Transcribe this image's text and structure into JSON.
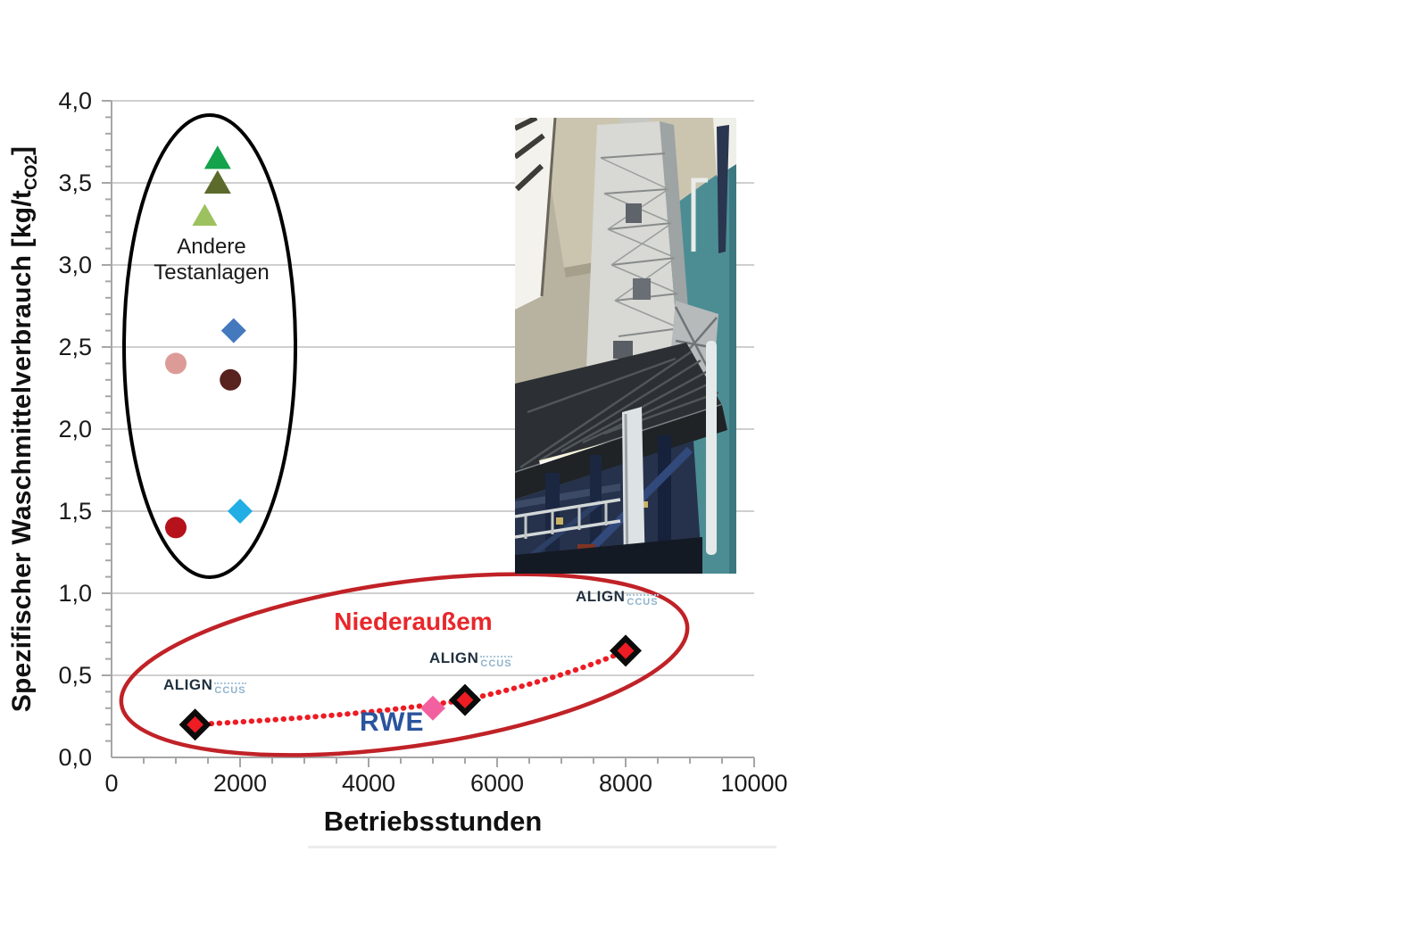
{
  "page": {
    "background": "#ffffff"
  },
  "chart_data": {
    "type": "scatter",
    "title": "",
    "xlabel": "Betriebsstunden",
    "ylabel": "Spezifischer Waschmittelverbrauch [kg/tCO2]",
    "ylabel_parts": {
      "main": "Spezifischer Waschmittelverbrauch [kg/t",
      "sub": "CO2",
      "close": "]"
    },
    "xlim": [
      0,
      10000
    ],
    "ylim": [
      0.0,
      4.0
    ],
    "grid": "horizontal",
    "gridline_color": "#cfcfcf",
    "axis_color": "#a6a6a6",
    "tick_text_color": "#1a1a1a",
    "x_minor_step": 500,
    "y_minor_step": 0.1,
    "x_ticks": [
      {
        "value": 0,
        "label": "0"
      },
      {
        "value": 2000,
        "label": "2000"
      },
      {
        "value": 4000,
        "label": "4000"
      },
      {
        "value": 6000,
        "label": "6000"
      },
      {
        "value": 8000,
        "label": "8000"
      },
      {
        "value": 10000,
        "label": "10000"
      }
    ],
    "y_ticks": [
      {
        "value": 0.0,
        "label": "0,0"
      },
      {
        "value": 0.5,
        "label": "0,5"
      },
      {
        "value": 1.0,
        "label": "1,0"
      },
      {
        "value": 1.5,
        "label": "1,5"
      },
      {
        "value": 2.0,
        "label": "2,0"
      },
      {
        "value": 2.5,
        "label": "2,5"
      },
      {
        "value": 3.0,
        "label": "3,0"
      },
      {
        "value": 3.5,
        "label": "3,5"
      },
      {
        "value": 4.0,
        "label": "4,0"
      }
    ],
    "series": [
      {
        "name": "Andere Testanlagen",
        "points": [
          {
            "x": 1650,
            "y": 3.65,
            "marker": "triangle",
            "color": "#14A24B",
            "size": 15
          },
          {
            "x": 1650,
            "y": 3.5,
            "marker": "triangle",
            "color": "#5C6B2B",
            "size": 15
          },
          {
            "x": 1450,
            "y": 3.3,
            "marker": "triangle",
            "color": "#9CC15E",
            "size": 14
          },
          {
            "x": 1900,
            "y": 2.6,
            "marker": "diamond",
            "color": "#4579BE",
            "size": 14
          },
          {
            "x": 1000,
            "y": 2.4,
            "marker": "circle",
            "color": "#DD9B97",
            "size": 12
          },
          {
            "x": 1850,
            "y": 2.3,
            "marker": "circle",
            "color": "#58221F",
            "size": 12
          },
          {
            "x": 2000,
            "y": 1.5,
            "marker": "diamond",
            "color": "#20AEE4",
            "size": 14
          },
          {
            "x": 1000,
            "y": 1.4,
            "marker": "circle",
            "color": "#B6121B",
            "size": 12
          }
        ]
      },
      {
        "name": "Niederaußem",
        "trendline": {
          "style": "dotted",
          "color": "#ED1C24"
        },
        "points": [
          {
            "x": 1300,
            "y": 0.2,
            "marker": "diamond-outlined",
            "color": "#EE1C23",
            "outline": "#0b0b0b",
            "size": 18
          },
          {
            "x": 5000,
            "y": 0.3,
            "marker": "diamond",
            "color": "#F2609F",
            "size": 14
          },
          {
            "x": 5500,
            "y": 0.35,
            "marker": "diamond-outlined",
            "color": "#EE1C23",
            "outline": "#0b0b0b",
            "size": 18
          },
          {
            "x": 8000,
            "y": 0.65,
            "marker": "diamond-outlined",
            "color": "#EE1C23",
            "outline": "#0b0b0b",
            "size": 18
          }
        ]
      }
    ],
    "annotations": {
      "andere": {
        "line1": "Andere",
        "line2": "Testanlagen",
        "ellipse_color": "#000000",
        "text_color": "#1a1a1a"
      },
      "niederaussem": {
        "text": "Niederaußem",
        "ellipse_color": "#C02227",
        "text_color": "#E8272B"
      }
    },
    "logos": {
      "align_main": "ALIGN",
      "align_sub": "CCUS",
      "align_main_color": "#20303F",
      "align_sub_color": "#8FB3CC",
      "rwe": "RWE",
      "rwe_color": "#2A549E"
    }
  }
}
